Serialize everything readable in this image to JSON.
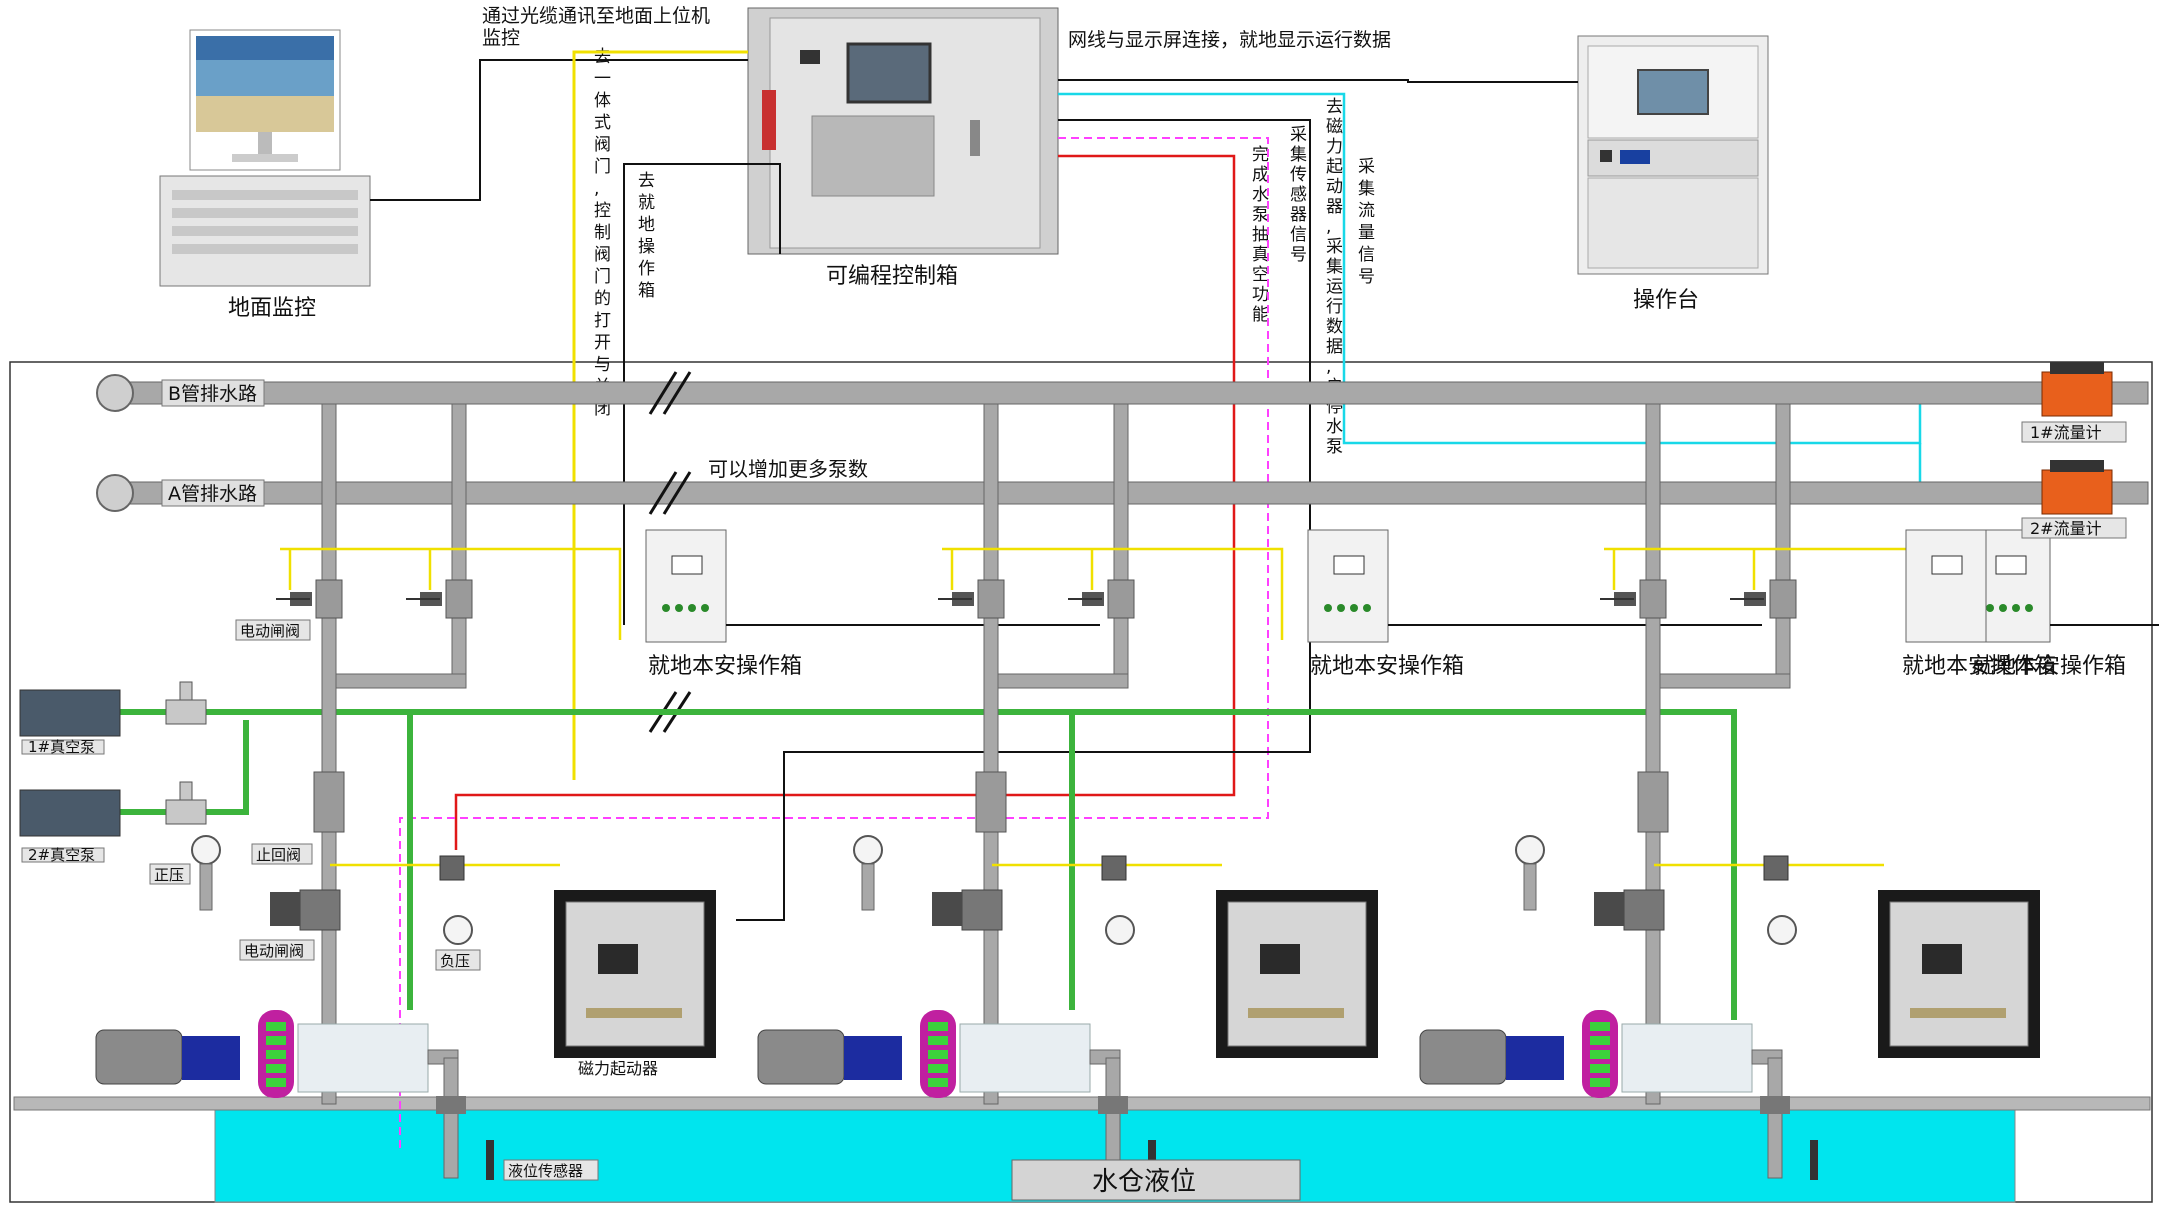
{
  "annotations": {
    "fiber": [
      "通过光缆通讯至地面上位机",
      "监控"
    ],
    "network": "网线与显示屏连接，就地显示运行数据",
    "valve_control": "去一体式阀门,控制阀门的打开与关闭",
    "local_box": "去就地操作箱",
    "vacuum": "完成水泵抽真空功能",
    "sensor": "采集传感器信号",
    "starter": "去磁力起动器,采集运行数据,启停水泵",
    "flow": "采集流量信号",
    "more_pumps": "可以增加更多泵数"
  },
  "devices": {
    "ground_monitor": "地面监控",
    "plc_box": "可编程控制箱",
    "console": "操作台",
    "local_box": "就地本安操作箱",
    "magnetic_starter": "磁力起动器"
  },
  "pipes": {
    "b_line": "B管排水路",
    "a_line": "A管排水路"
  },
  "instruments": {
    "flowmeter_1": "1#流量计",
    "flowmeter_2": "2#流量计",
    "vacuum_pump_1": "1#真空泵",
    "vacuum_pump_2": "2#真空泵",
    "electric_gate_valve": "电动闸阀",
    "check_valve": "止回阀",
    "positive_pressure": "正压",
    "negative_pressure": "负压",
    "level_sensor": "液位传感器",
    "sump_level": "水仓液位"
  },
  "colors": {
    "pipe": "#a8a8a8",
    "water": "#00e5ee",
    "vacuum_line": "#3cb43c",
    "signal_yellow": "#f0e000",
    "signal_red": "#e01818",
    "signal_magenta": "#ff40ff",
    "signal_cyan": "#18d8e8",
    "signal_black": "#111111",
    "flowmeter": "#e8601c",
    "pump_blue": "#1c2ca0",
    "priming": "#c020a0"
  }
}
